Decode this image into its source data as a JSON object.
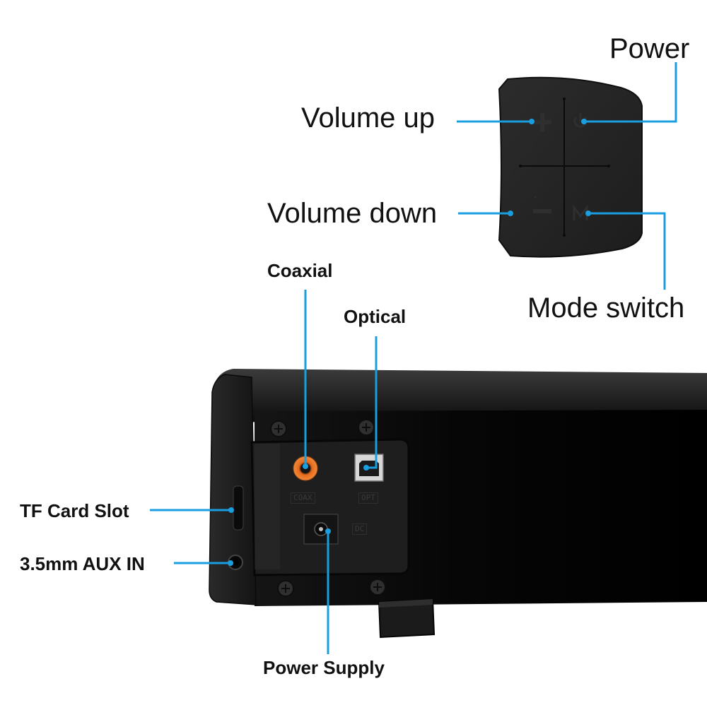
{
  "accent_color": "#1a9ee0",
  "control_panel": {
    "power_label": "Power",
    "volume_up_label": "Volume up",
    "volume_down_label": "Volume down",
    "mode_switch_label": "Mode switch",
    "icons": [
      "plus-icon",
      "power-icon",
      "minus-icon",
      "mode-m-icon"
    ]
  },
  "soundbar": {
    "coaxial_label": "Coaxial",
    "optical_label": "Optical",
    "tf_card_label": "TF Card Slot",
    "aux_label": "3.5mm AUX IN",
    "power_supply_label": "Power Supply",
    "port_coax_text": "COAX",
    "port_opt_text": "OPT",
    "port_dc_text": "DC"
  }
}
